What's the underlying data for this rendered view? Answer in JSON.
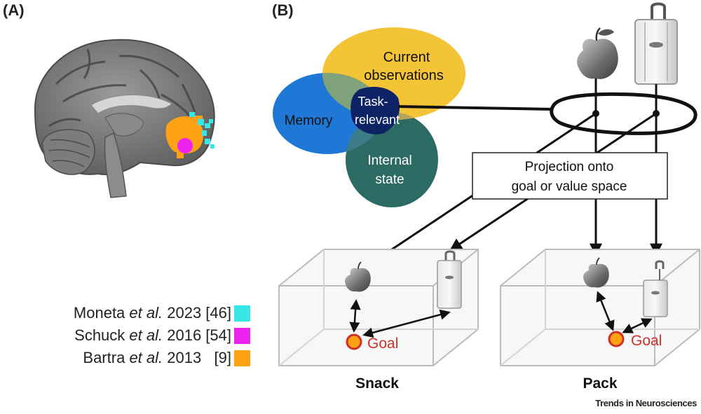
{
  "panel_a": {
    "label": "(A)",
    "legend": [
      {
        "author": "Moneta",
        "etal": "et al.",
        "rest": " 2023 [46]",
        "color": "#39e6e6"
      },
      {
        "author": "Schuck",
        "etal": "et al.",
        "rest": " 2016 [54]",
        "color": "#ee22ee"
      },
      {
        "author": "Bartra",
        "etal": "et al.",
        "rest": " 2013   [9]",
        "color": "#ffa114"
      }
    ]
  },
  "panel_b": {
    "label": "(B)",
    "venn": {
      "memory": "Memory",
      "current_line1": "Current",
      "current_line2": "observations",
      "internal_line1": "Internal",
      "internal_line2": "state",
      "task_line1": "Task-",
      "task_line2": "relevant",
      "colors": {
        "memory": "#1f78d6",
        "current": "#f4c437",
        "internal": "#2c6b63",
        "task": "#0d2366"
      }
    },
    "projection_line1": "Projection onto",
    "projection_line2": "goal or value space",
    "boxes": [
      {
        "title": "Snack",
        "goal": "Goal"
      },
      {
        "title": "Pack",
        "goal": "Goal"
      }
    ],
    "goal_color": "#d0302a",
    "icons": [
      "apple-icon",
      "suitcase-icon"
    ]
  },
  "credit": "Trends in Neurosciences"
}
